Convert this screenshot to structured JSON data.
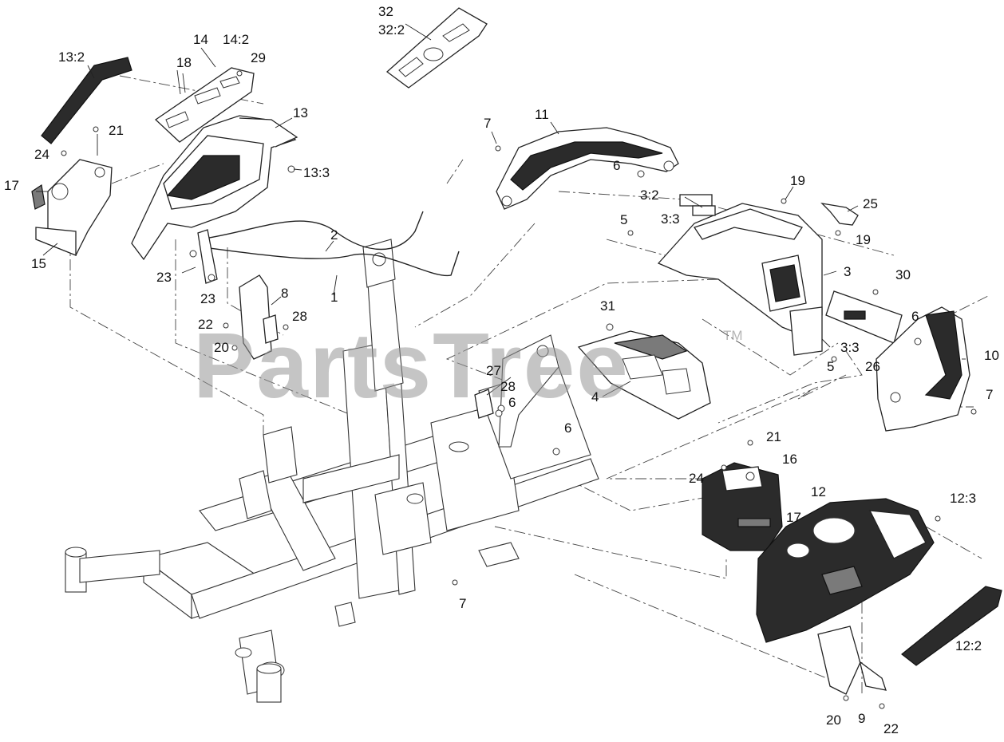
{
  "watermark": {
    "text": "PartsTree",
    "trademark": "TM"
  },
  "callouts": {
    "c1": "1",
    "c2": "2",
    "c3": "3",
    "c3_2": "3:2",
    "c3_3a": "3:3",
    "c3_3b": "3:3",
    "c4": "4",
    "c5a": "5",
    "c5b": "5",
    "c6a": "6",
    "c6b": "6",
    "c6c": "6",
    "c6d": "6",
    "c7a": "7",
    "c7b": "7",
    "c7c": "7",
    "c8": "8",
    "c9": "9",
    "c10": "10",
    "c11": "11",
    "c12": "12",
    "c12_2": "12:2",
    "c12_3": "12:3",
    "c13": "13",
    "c13_2": "13:2",
    "c13_3": "13:3",
    "c14": "14",
    "c14_2": "14:2",
    "c15": "15",
    "c16": "16",
    "c17a": "17",
    "c17b": "17",
    "c18": "18",
    "c19a": "19",
    "c19b": "19",
    "c20a": "20",
    "c20b": "20",
    "c21a": "21",
    "c21b": "21",
    "c22a": "22",
    "c22b": "22",
    "c23a": "23",
    "c23b": "23",
    "c24a": "24",
    "c24b": "24",
    "c25": "25",
    "c26": "26",
    "c27": "27",
    "c28a": "28",
    "c28b": "28",
    "c29": "29",
    "c30": "30",
    "c31": "31",
    "c32": "32",
    "c32_2": "32:2"
  }
}
